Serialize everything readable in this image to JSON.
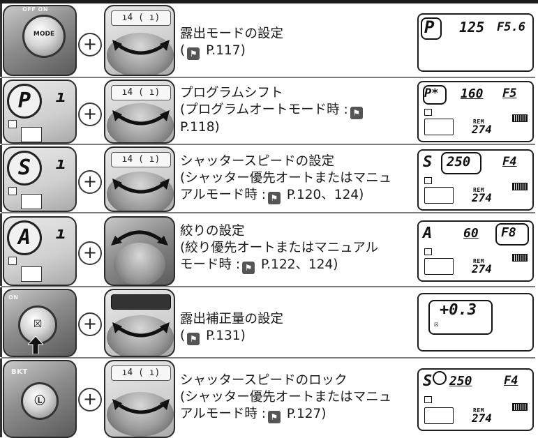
{
  "rows": [
    {
      "id": "exposure-mode",
      "lines": [
        "露出モードの設定",
        "(📖 P.117)"
      ],
      "ref_page": "P.117",
      "lcd_strip": "ı4 (   ı)",
      "panel": {
        "mode": "P",
        "shutter": "125",
        "aperture": "F5.6"
      }
    },
    {
      "id": "program-shift",
      "lines": [
        "プログラムシフト",
        "(プログラムオートモード時 :📖",
        "P.118)"
      ],
      "ref_page": "P.118",
      "photo_letter": "P",
      "lcd_strip": "ı4 (   ı)",
      "panel": {
        "mode": "P*",
        "shutter": "160",
        "aperture": "F5",
        "rem_label": "REM",
        "frames": "274"
      }
    },
    {
      "id": "shutter-speed",
      "lines": [
        "シャッタースピードの設定",
        "(シャッター優先オートまたはマニュ",
        "アルモード時 :📖 P.120、124)"
      ],
      "ref_page": "P.120、124",
      "photo_letter": "S",
      "lcd_strip": "ı4 (   ı)",
      "panel": {
        "mode": "S",
        "shutter": "250",
        "aperture": "F4",
        "rem_label": "REM",
        "frames": "274"
      }
    },
    {
      "id": "aperture",
      "lines": [
        "絞りの設定",
        "(絞り優先オートまたはマニュアル",
        "モード時 :📖 P.122、124)"
      ],
      "ref_page": "P.122、124",
      "photo_letter": "A",
      "panel": {
        "mode": "A",
        "shutter": "60",
        "aperture": "F8",
        "rem_label": "REM",
        "frames": "274"
      }
    },
    {
      "id": "exposure-comp",
      "lines": [
        "露出補正量の設定",
        "(📖 P.131)"
      ],
      "ref_page": "P.131",
      "panel": {
        "comp": "+0.3"
      }
    },
    {
      "id": "shutter-lock",
      "lines": [
        "シャッタースピードのロック",
        "(シャッター優先オートまたはマニュ",
        "アルモード時 :📖 P.127)"
      ],
      "ref_page": "P.127",
      "lcd_strip": "ı4 (   ı)",
      "panel": {
        "mode": "S",
        "shutter": "250",
        "aperture": "F4",
        "rem_label": "REM",
        "frames": "274"
      }
    }
  ],
  "photo_labels": {
    "mode_button": "MODE",
    "bkt": "BKT",
    "off_on": "OFF  ON"
  },
  "plus_symbol": "+",
  "icons": {
    "reference": "book-reference-icon",
    "rotate": "rotate-arrows-icon",
    "exposure_comp": "exposure-comp-icon"
  },
  "colors": {
    "rule": "#7c7c7c",
    "border": "#1e1e1e",
    "top_bar": "#1c1c1c"
  }
}
